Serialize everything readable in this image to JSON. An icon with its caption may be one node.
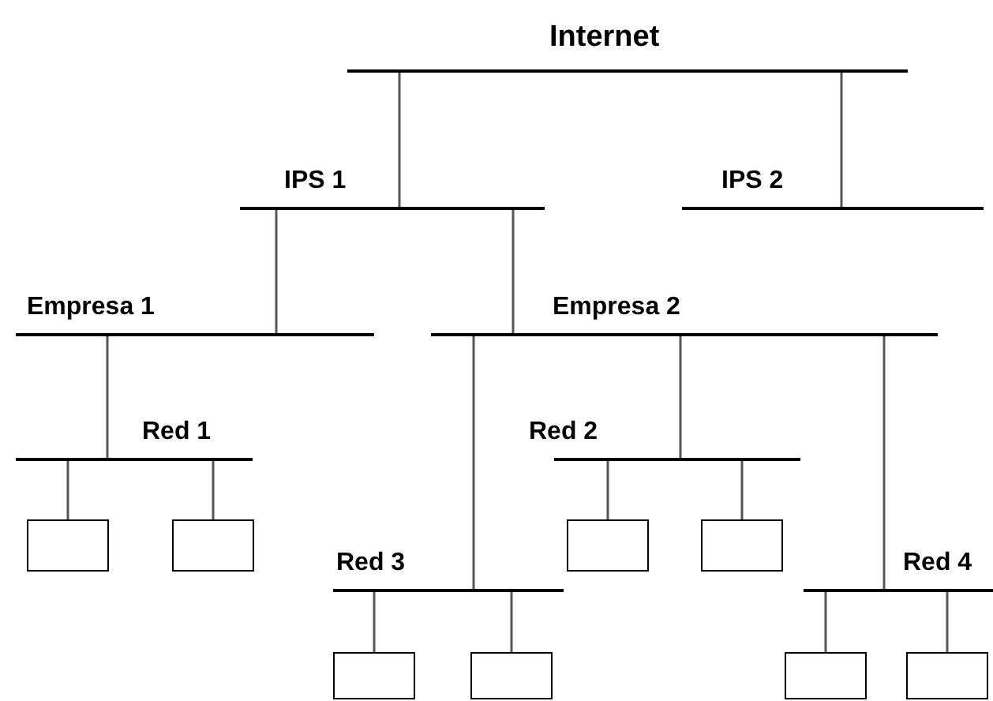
{
  "diagram": {
    "nodes": [
      {
        "text": [
          "Internet"
        ]
      },
      {
        "text": [
          "IPS 1"
        ]
      },
      {
        "text": [
          "IPS 2"
        ]
      },
      {
        "text": [
          "Empresa 1"
        ]
      },
      {
        "text": [
          "Empresa 2"
        ]
      },
      {
        "text": [
          "Red 1"
        ]
      },
      {
        "text": [
          "Red 2"
        ]
      },
      {
        "text": [
          "Red 3"
        ]
      },
      {
        "text": [
          "Red 4"
        ]
      },
      {
        "text": [],
        "shape": "box"
      },
      {
        "text": [],
        "shape": "box"
      },
      {
        "text": [],
        "shape": "box"
      },
      {
        "text": [],
        "shape": "box"
      },
      {
        "text": [],
        "shape": "box"
      },
      {
        "text": [],
        "shape": "box"
      },
      {
        "text": [],
        "shape": "box"
      },
      {
        "text": [],
        "shape": "box"
      }
    ],
    "edges": [
      {
        "from": 0,
        "to": 1,
        "arrow": "none"
      },
      {
        "from": 0,
        "to": 2,
        "arrow": "none"
      },
      {
        "from": 1,
        "to": 3,
        "arrow": "none"
      },
      {
        "from": 1,
        "to": 4,
        "arrow": "none"
      },
      {
        "from": 3,
        "to": 5,
        "arrow": "none"
      },
      {
        "from": 4,
        "to": 7,
        "arrow": "none"
      },
      {
        "from": 4,
        "to": 6,
        "arrow": "none"
      },
      {
        "from": 4,
        "to": 8,
        "arrow": "none"
      },
      {
        "from": 5,
        "to": 9,
        "arrow": "none"
      },
      {
        "from": 5,
        "to": 10,
        "arrow": "none"
      },
      {
        "from": 6,
        "to": 11,
        "arrow": "none"
      },
      {
        "from": 6,
        "to": 12,
        "arrow": "none"
      },
      {
        "from": 7,
        "to": 13,
        "arrow": "none"
      },
      {
        "from": 7,
        "to": 14,
        "arrow": "none"
      },
      {
        "from": 8,
        "to": 15,
        "arrow": "none"
      },
      {
        "from": 8,
        "to": 16,
        "arrow": "none"
      }
    ]
  }
}
